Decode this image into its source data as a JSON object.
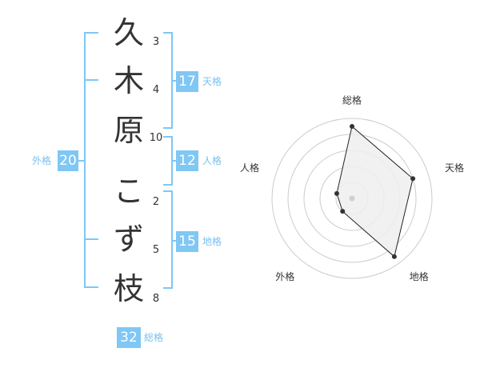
{
  "name": {
    "chars": [
      {
        "char": "久",
        "strokes": "3"
      },
      {
        "char": "木",
        "strokes": "4"
      },
      {
        "char": "原",
        "strokes": "10"
      },
      {
        "char": "こ",
        "strokes": "2"
      },
      {
        "char": "ず",
        "strokes": "5"
      },
      {
        "char": "枝",
        "strokes": "8"
      }
    ]
  },
  "fortune": {
    "tenkaku": {
      "label": "天格",
      "value": "17"
    },
    "jinkaku": {
      "label": "人格",
      "value": "12"
    },
    "chikaku": {
      "label": "地格",
      "value": "15"
    },
    "gaikaku": {
      "label": "外格",
      "value": "20"
    },
    "soukaku": {
      "label": "総格",
      "value": "32"
    }
  },
  "chart_data": {
    "type": "radar",
    "axes": [
      "総格",
      "天格",
      "地格",
      "外格",
      "人格"
    ],
    "max": 5,
    "rings": 5,
    "values": [
      4.5,
      4.0,
      4.5,
      1.0,
      1.0
    ]
  },
  "colors": {
    "accent": "#7fc7f5",
    "text": "#333333",
    "grid": "#cccccc",
    "fill": "#eeeeee"
  }
}
